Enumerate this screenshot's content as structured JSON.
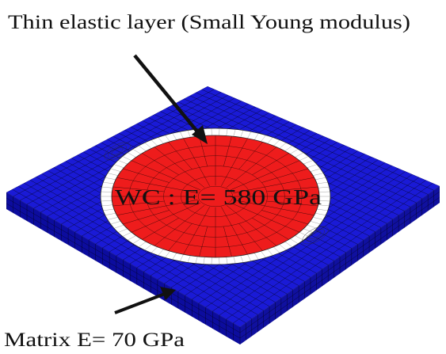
{
  "annotations": {
    "top_label": "Thin elastic layer (Small Young modulus)",
    "center_label": "WC : E= 580 GPa",
    "bottom_label": "Matrix E= 70 GPa"
  },
  "colors": {
    "matrix": "#1a1ad6",
    "matrix_side": "#0c0c9e",
    "inclusion": "#ee1c1c",
    "layer": "#ffffff",
    "mesh_line": "#000000",
    "arrow": "#111111"
  }
}
